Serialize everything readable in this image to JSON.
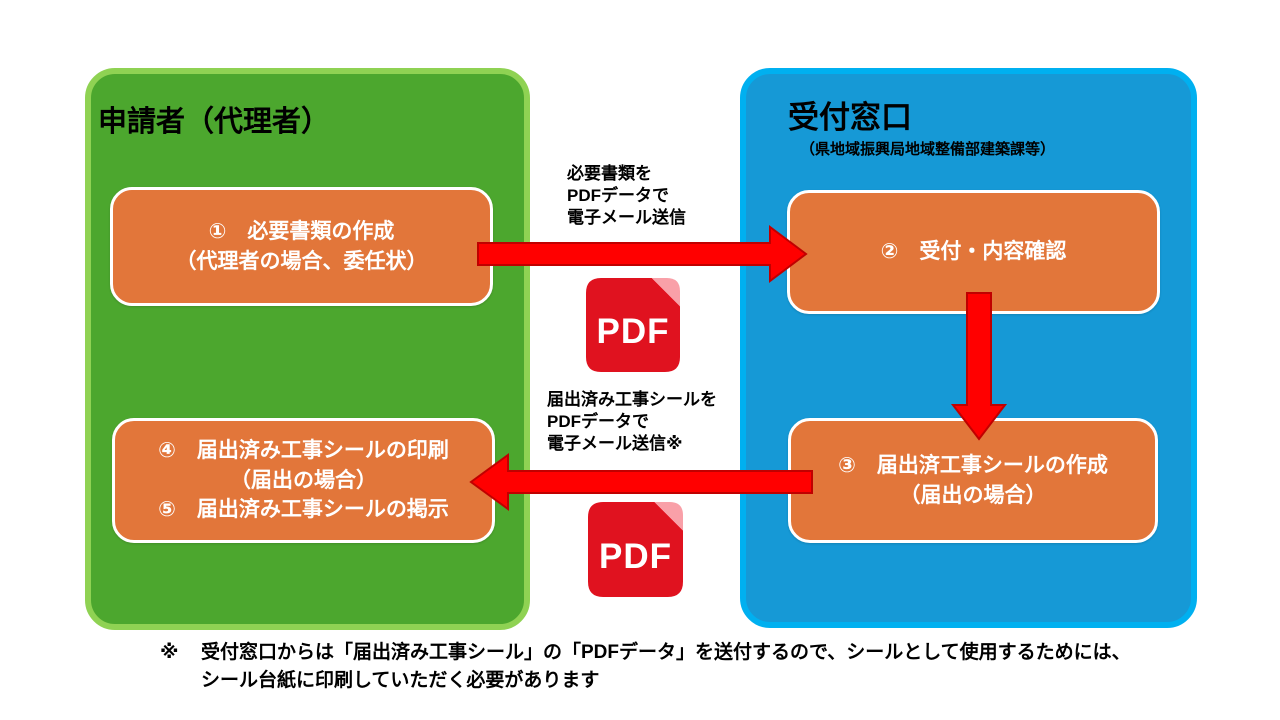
{
  "panels": {
    "applicant": {
      "title": "申請者（代理者）",
      "box1_lines": [
        "①　必要書類の作成",
        "（代理者の場合、委任状）"
      ],
      "box45_lines": [
        "④　届出済み工事シールの印刷",
        "（届出の場合）",
        "⑤　届出済み工事シールの掲示"
      ]
    },
    "reception": {
      "title": "受付窓口",
      "subtitle": "（県地域振興局地域整備部建築課等）",
      "box2_lines": [
        "②　受付・内容確認"
      ],
      "box3_lines": [
        "③　届出済工事シールの作成",
        "（届出の場合）"
      ]
    }
  },
  "flow_labels": {
    "send_documents": [
      "必要書類を",
      "PDFデータで",
      "電子メール送信"
    ],
    "send_seal": [
      "届出済み工事シールを",
      "PDFデータで",
      "電子メール送信※"
    ]
  },
  "pdf_icon": {
    "label": "PDF"
  },
  "footnote": {
    "marker": "※",
    "lines": [
      "受付窓口からは「届出済み工事シール」の「PDFデータ」を送付するので、シールとして使用するためには、",
      "シール台紙に印刷していただく必要があります"
    ]
  },
  "colors": {
    "green_fill": "#4CA72E",
    "green_border": "#8FD253",
    "blue_fill": "#1699D6",
    "blue_border": "#00B0F0",
    "orange_fill": "#E2763A",
    "arrow_red": "#FF0000",
    "arrow_red_outline": "#C00000",
    "pdf_red": "#E0121F",
    "pdf_fold_pink": "#F9A0A8"
  }
}
